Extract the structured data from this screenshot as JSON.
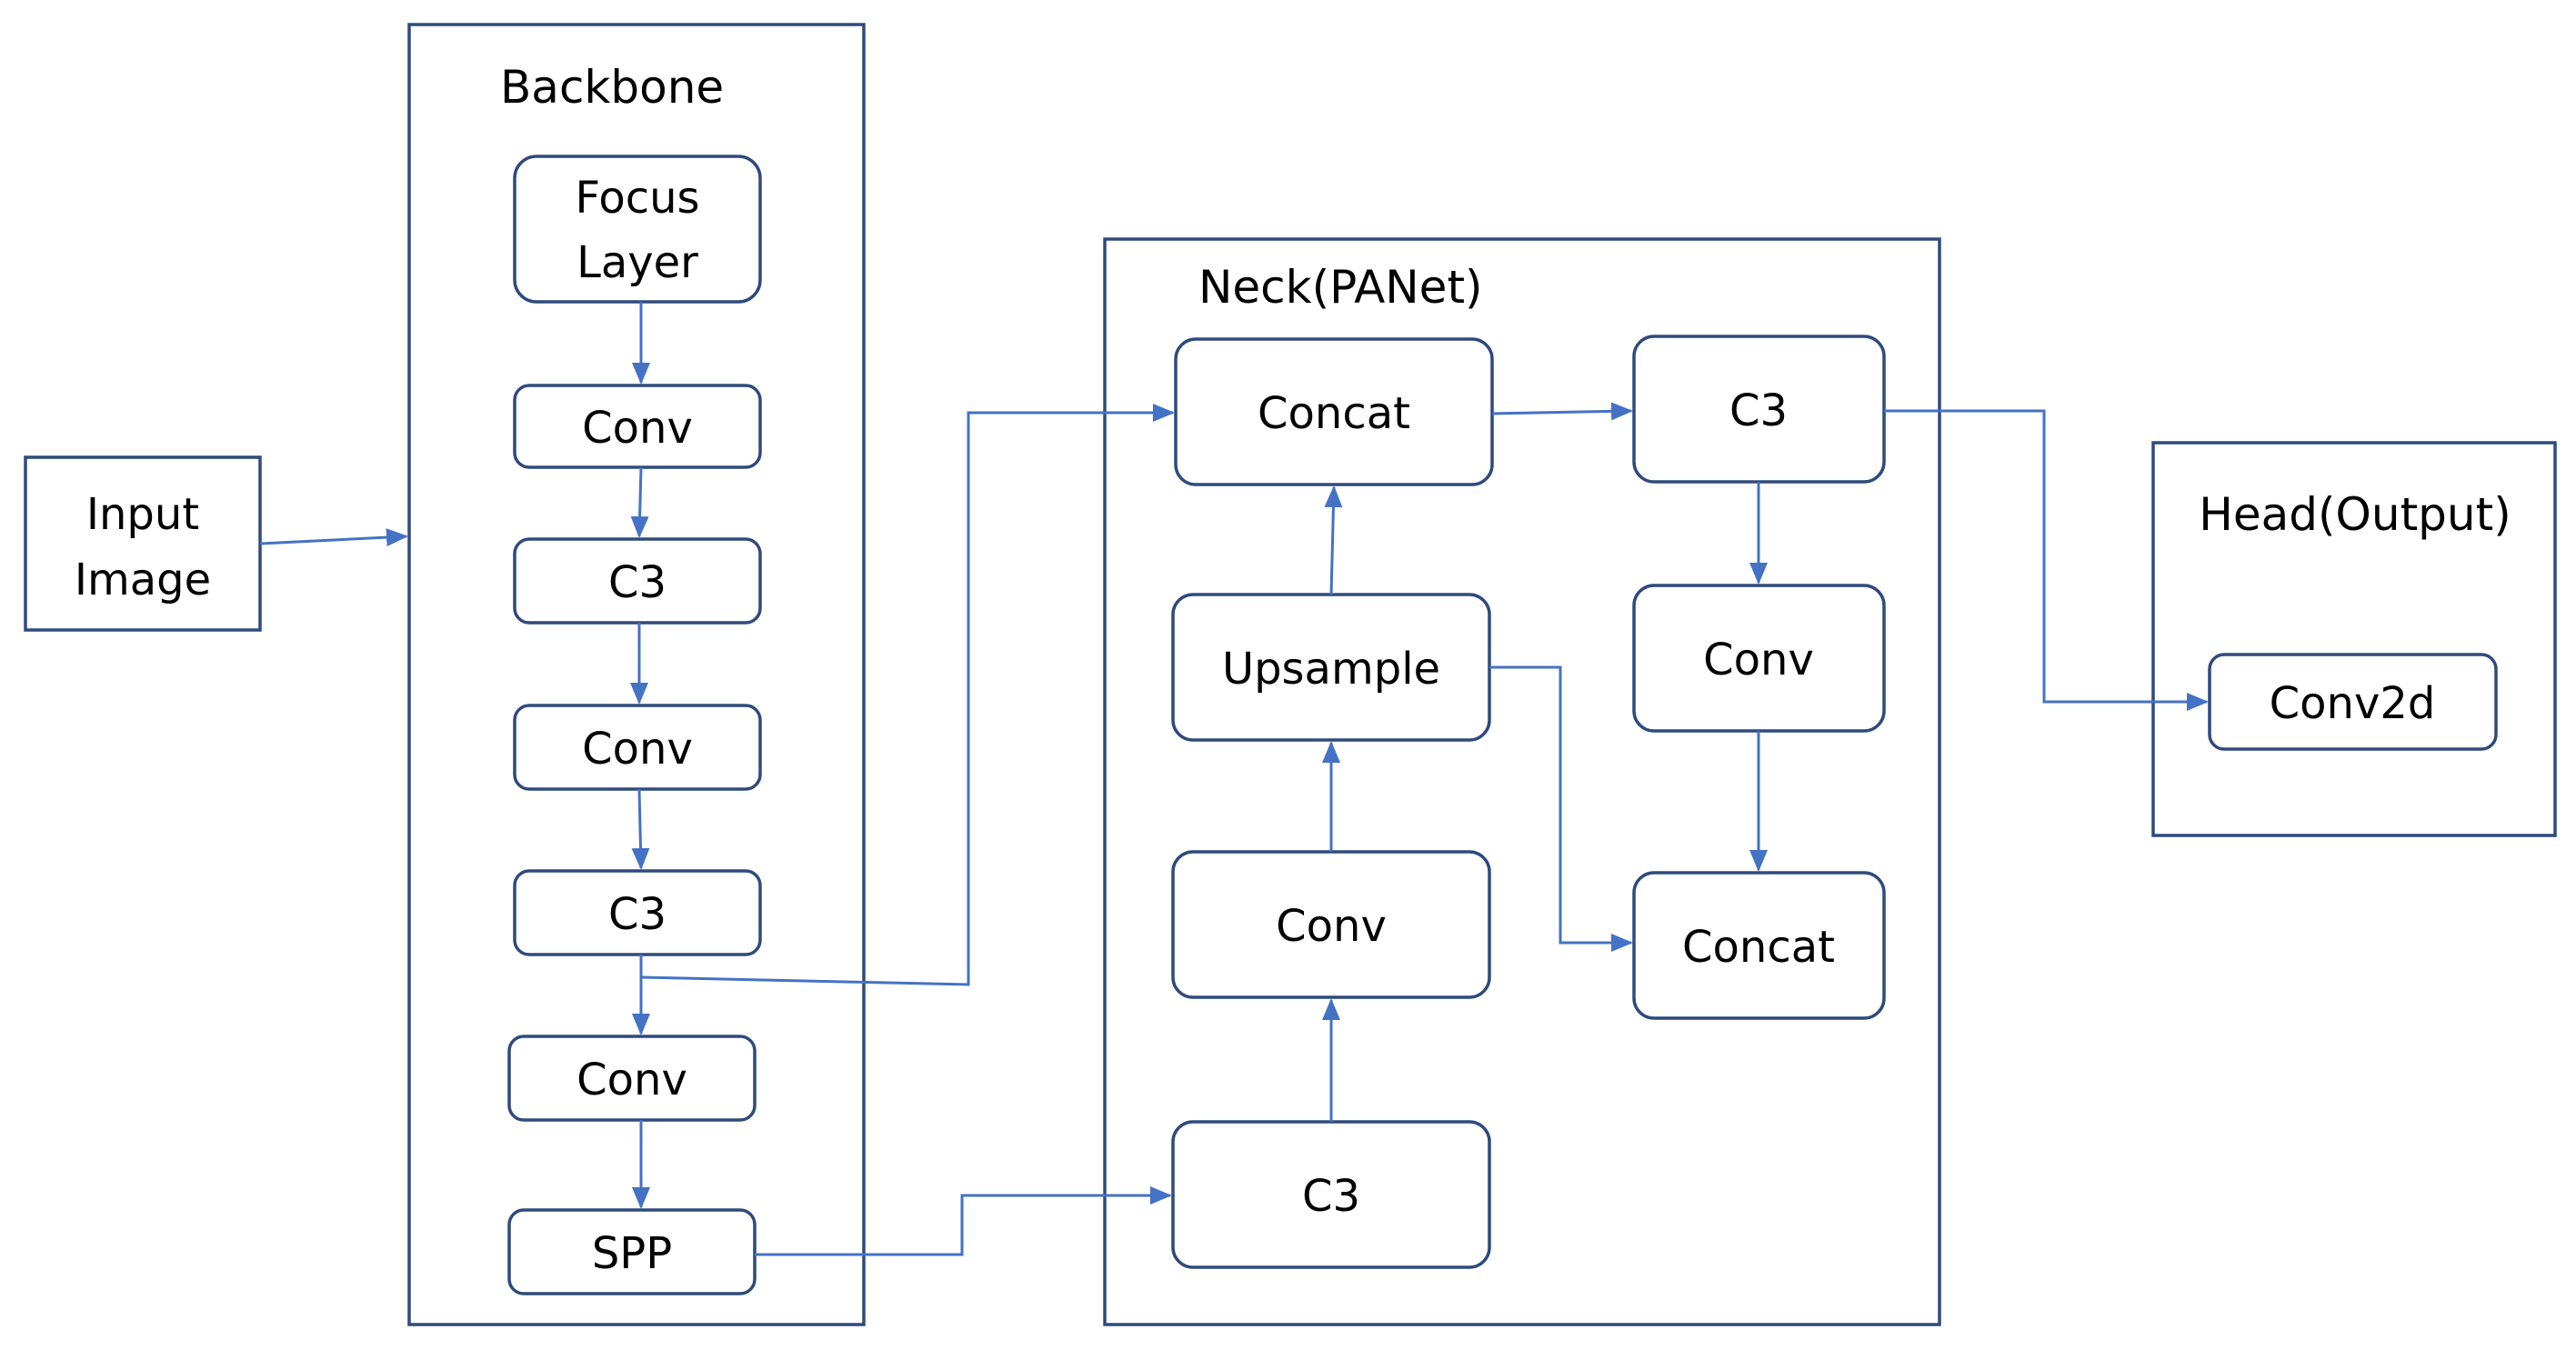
{
  "input": {
    "line1": "Input",
    "line2": "Image"
  },
  "backbone": {
    "title": "Backbone",
    "focus_line1": "Focus",
    "focus_line2": "Layer",
    "conv1": "Conv",
    "c3_1": "C3",
    "conv2": "Conv",
    "c3_2": "C3",
    "conv3": "Conv",
    "spp": "SPP"
  },
  "neck": {
    "title": "Neck(PANet)",
    "concat1": "Concat",
    "upsample": "Upsample",
    "conv1": "Conv",
    "c3_1": "C3",
    "c3_2": "C3",
    "conv2": "Conv",
    "concat2": "Concat"
  },
  "head": {
    "title": "Head(Output)",
    "conv2d": "Conv2d"
  },
  "colors": {
    "box_stroke": "#2f4a7c",
    "arrow": "#4472c4",
    "text": "#000000",
    "background": "#ffffff"
  }
}
